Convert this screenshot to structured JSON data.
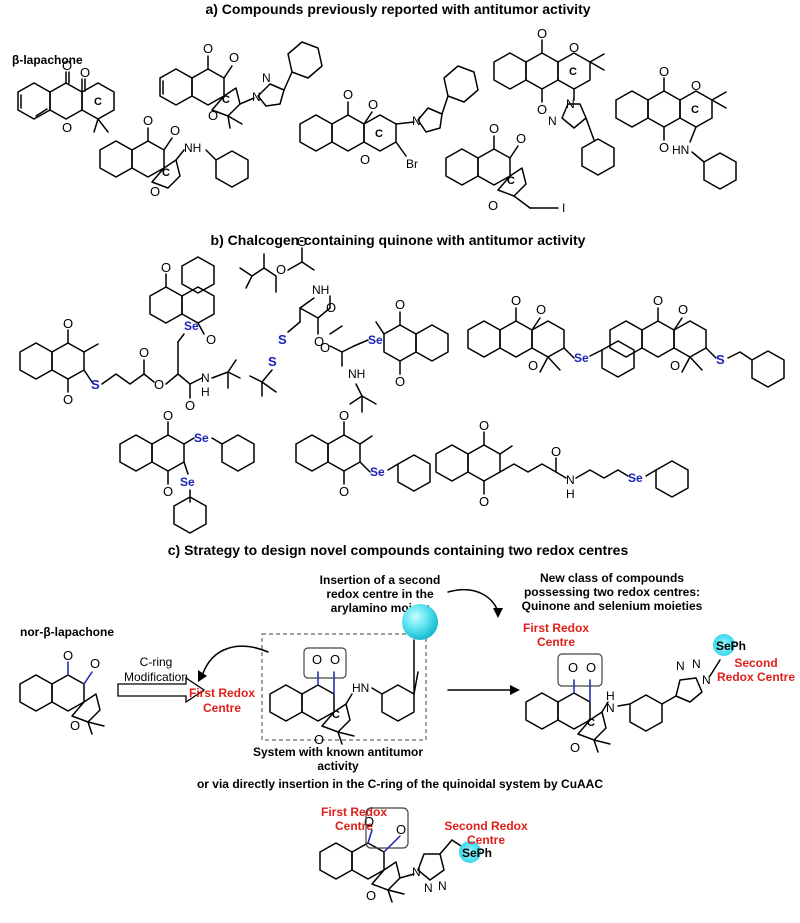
{
  "figure": {
    "title_a": "a) Compounds previously reported with antitumor activity",
    "title_b": "b) Chalcogen-containing quinone with antitumor activity",
    "title_c": "c) Strategy to design novel compounds containing two redox centres",
    "beta_lapachone": "β-lapachone",
    "nor_beta_lapachone": "nor-β-lapachone",
    "c_ring_mod_1": "C-ring",
    "c_ring_mod_2": "Modification",
    "insertion_1": "Insertion of a second",
    "insertion_2": "redox centre in the",
    "insertion_3": "arylamino moiety",
    "new_class_1": "New class of compounds",
    "new_class_2": "possessing two redox centres:",
    "new_class_3": "Quinone and selenium moieties",
    "first_redox_1": "First Redox",
    "first_redox_2": "Centre",
    "second_redox_1": "Second",
    "second_redox_2": "Redox Centre",
    "second_redox_b1": "Second Redox",
    "second_redox_b2": "Centre",
    "system_known_1": "System with known antitumor",
    "system_known_2": "activity",
    "or_via": "or via directly insertion in the C-ring of the quinoidal system by CuAAC",
    "atom_O": "O",
    "atom_N": "N",
    "atom_NH": "NH",
    "atom_HN": "HN",
    "atom_H": "H",
    "atom_S": "S",
    "atom_Se": "Se",
    "atom_SePh": "SePh",
    "atom_Ph": "Ph",
    "atom_Br": "Br",
    "atom_I": "I",
    "ring_C": "C"
  },
  "colors": {
    "selenium_sulfur": "#1b22b8",
    "redox_label": "#e0201b",
    "highlight_sphere": "#5fe6f2"
  }
}
